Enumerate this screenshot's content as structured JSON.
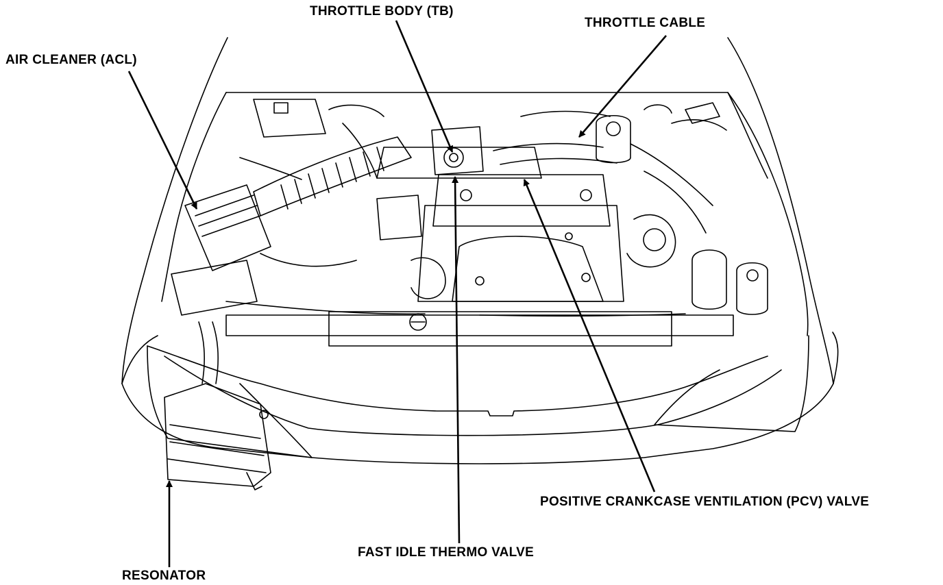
{
  "callouts": {
    "throttle_body": "THROTTLE BODY (TB)",
    "throttle_cable": "THROTTLE CABLE",
    "air_cleaner": "AIR CLEANER (ACL)",
    "pcv_valve": "POSITIVE CRANKCASE VENTILATION (PCV) VALVE",
    "fast_idle_thermo_valve": "FAST IDLE THERMO VALVE",
    "resonator": "RESONATOR"
  },
  "colors": {
    "ink": "#000000",
    "paper": "#ffffff"
  }
}
